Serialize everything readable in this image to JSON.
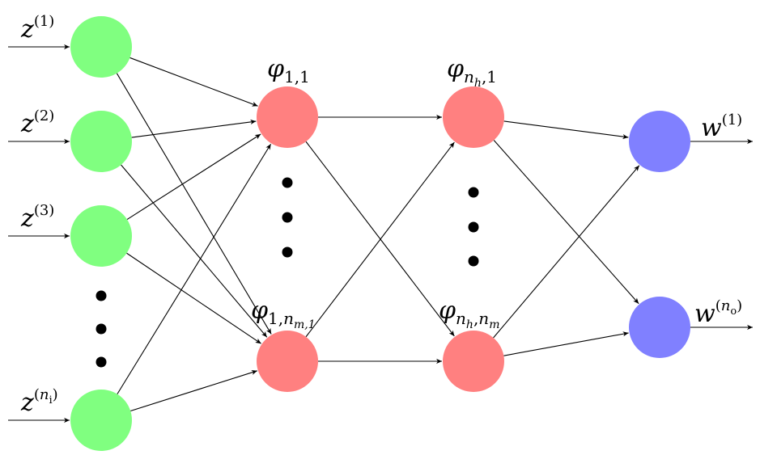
{
  "diagram": {
    "type": "neural-network",
    "colors": {
      "input": "#80ff80",
      "hidden": "#ff8080",
      "output": "#8080ff",
      "edge": "#000000",
      "ellipsis": "#000000"
    },
    "inputs": [
      {
        "base": "z",
        "sup": "(1)"
      },
      {
        "base": "z",
        "sup": "(2)"
      },
      {
        "base": "z",
        "sup": "(3)"
      },
      {
        "base": "z",
        "sup": "(n",
        "sup_sub": "i",
        "sup_close": ")"
      }
    ],
    "hidden_layer_1": [
      {
        "base": "φ",
        "sub": "1,1"
      },
      {
        "base": "φ",
        "sub": "1,n",
        "sub_sub": "m,1"
      }
    ],
    "hidden_layer_last": [
      {
        "base": "φ",
        "sub": "n",
        "sub_sub": "h",
        "sub_tail": ",1"
      },
      {
        "base": "φ",
        "sub": "n",
        "sub_sub": "h",
        "sub_tail": ",n",
        "sub_sub2": "m"
      }
    ],
    "outputs": [
      {
        "base": "w",
        "sup": "(1)"
      },
      {
        "base": "w",
        "sup": "(n",
        "sup_sub": "o",
        "sup_close": ")"
      }
    ]
  }
}
